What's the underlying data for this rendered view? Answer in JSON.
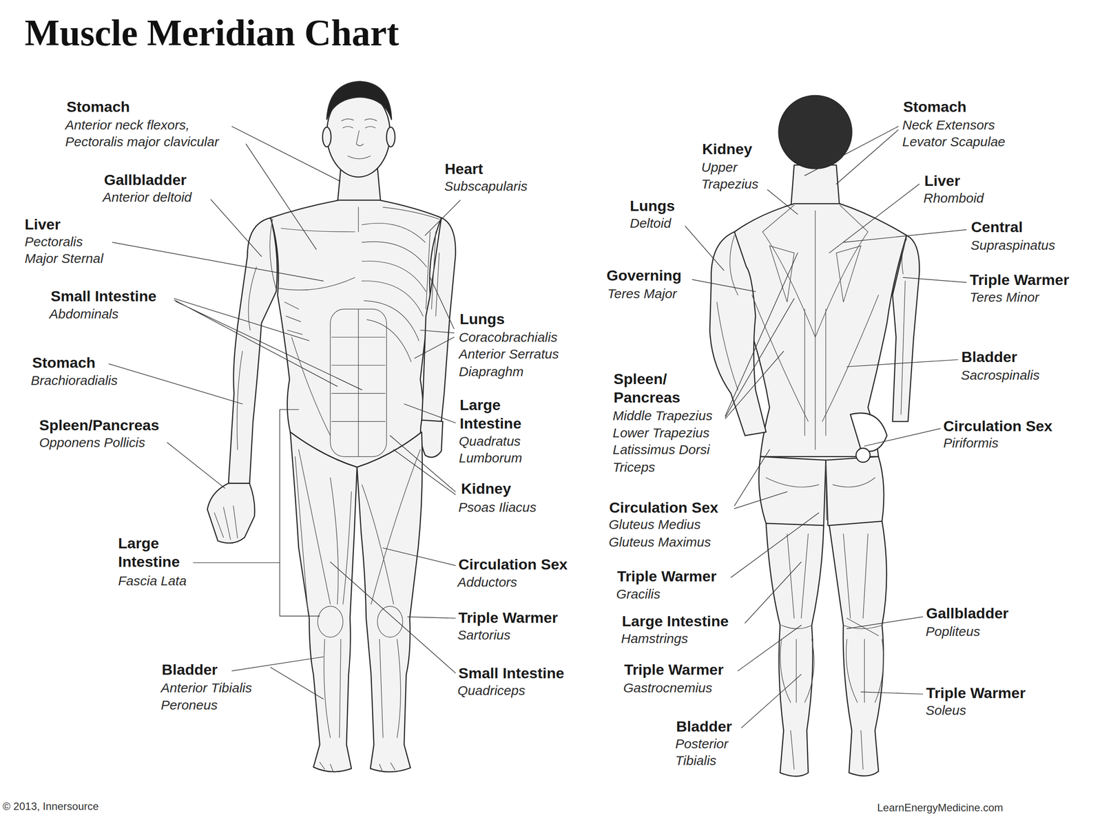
{
  "diagram": {
    "title": "Muscle Meridian Chart",
    "labels": [
      "Stomach",
      "Anterior neck flexors, Pectoralis major clavicular",
      "Gallbladder",
      "Anterior deltoid",
      "Liver",
      "Pectoralis Major Sternal",
      "Small Intestine",
      "Abdominals",
      "Stomach",
      "Brachioradialis",
      "Spleen/Pancreas",
      "Opponens Pollicis",
      "Large Intestine",
      "Fascia Lata",
      "Bladder",
      "Anterior Tibialis",
      "Peroneus",
      "Heart",
      "Subscapularis",
      "Lungs",
      "Coracobrachialis",
      "Anterior Serratus",
      "Diapraghm",
      "Large Intestine",
      "Quadratus Lumborum",
      "Kidney",
      "Psoas Iliacus",
      "Circulation Sex",
      "Adductors",
      "Triple Warmer",
      "Sartorius",
      "Small Intestine",
      "Quadriceps",
      "Stomach",
      "Neck Extensors",
      "Levator Scapulae",
      "Kidney",
      "Upper Trapezius",
      "Liver",
      "Rhomboid",
      "Lungs",
      "Deltoid",
      "Central",
      "Supraspinatus",
      "Governing",
      "Teres Major",
      "Triple Warmer",
      "Teres Minor",
      "Bladder",
      "Sacrospinalis",
      "Spleen/ Pancreas",
      "Middle Trapezius",
      "Lower Trapezius",
      "Latissimus Dorsi",
      "Triceps",
      "Circulation Sex",
      "Piriformis",
      "Circulation Sex",
      "Gluteus Medius",
      "Gluteus Maximus",
      "Triple Warmer",
      "Gracilis",
      "Large Intestine",
      "Hamstrings",
      "Gallbladder",
      "Popliteus",
      "Triple Warmer",
      "Gastrocnemius",
      "Triple Warmer",
      "Soleus",
      "Bladder",
      "Posterior Tibialis",
      "© 2013, Innersource",
      "LearnEnergyMedicine.com"
    ]
  }
}
